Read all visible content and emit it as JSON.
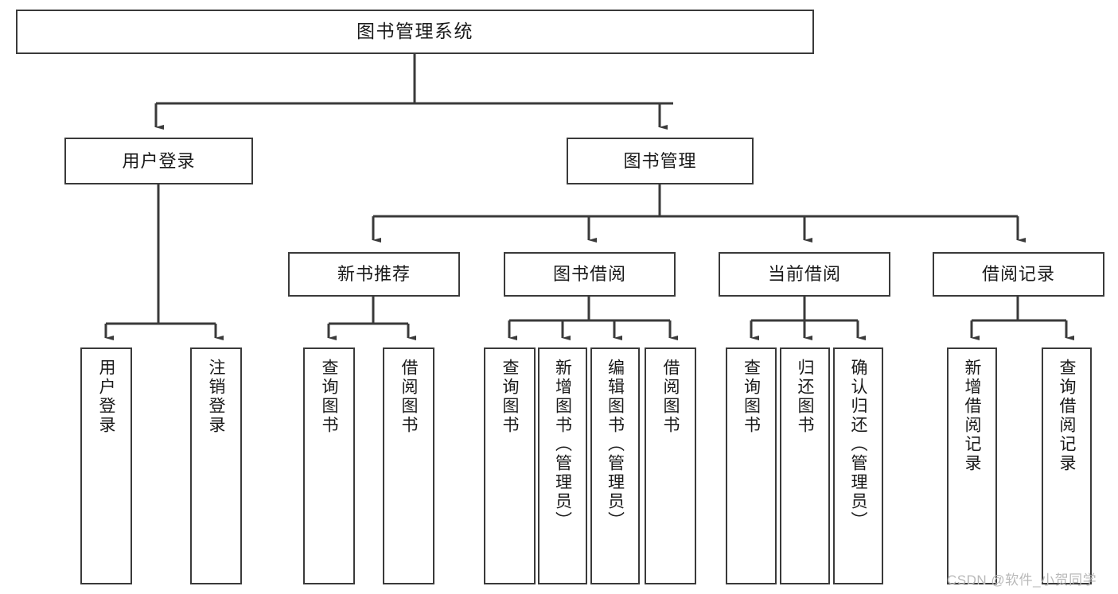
{
  "diagram": {
    "title": "图书管理系统",
    "type": "tree-hierarchy",
    "watermark": "CSDN @软件_小贺同学",
    "colors": {
      "box_border": "#3a3a3a",
      "box_fill": "#ffffff",
      "edge": "#3a3a3a",
      "text": "#1a1a1a",
      "watermark": "#b9b9b9",
      "background": "#ffffff"
    },
    "nodes": {
      "root": {
        "label": "图书管理系统"
      },
      "level2": [
        {
          "id": "user-login",
          "label": "用户登录"
        },
        {
          "id": "book-manage",
          "label": "图书管理"
        }
      ],
      "level3": [
        {
          "id": "new-book-rec",
          "label": "新书推荐"
        },
        {
          "id": "book-borrow",
          "label": "图书借阅"
        },
        {
          "id": "current-borrow",
          "label": "当前借阅"
        },
        {
          "id": "borrow-record",
          "label": "借阅记录"
        }
      ],
      "leaves": {
        "user-login": [
          {
            "id": "leaf-user-login",
            "label": "用户登录"
          },
          {
            "id": "leaf-user-logout",
            "label": "注销登录"
          }
        ],
        "new-book-rec": [
          {
            "id": "leaf-query-book-1",
            "label": "查询图书"
          },
          {
            "id": "leaf-borrow-book-1",
            "label": "借阅图书"
          }
        ],
        "book-borrow": [
          {
            "id": "leaf-query-book-2",
            "label": "查询图书"
          },
          {
            "id": "leaf-add-book",
            "label": "新增图书（管理员）"
          },
          {
            "id": "leaf-edit-book",
            "label": "编辑图书（管理员）"
          },
          {
            "id": "leaf-borrow-book-2",
            "label": "借阅图书"
          }
        ],
        "current-borrow": [
          {
            "id": "leaf-query-book-3",
            "label": "查询图书"
          },
          {
            "id": "leaf-return-book",
            "label": "归还图书"
          },
          {
            "id": "leaf-confirm-return",
            "label": "确认归还（管理员）"
          }
        ],
        "borrow-record": [
          {
            "id": "leaf-add-record",
            "label": "新增借阅记录"
          },
          {
            "id": "leaf-query-record",
            "label": "查询借阅记录"
          }
        ]
      }
    }
  }
}
